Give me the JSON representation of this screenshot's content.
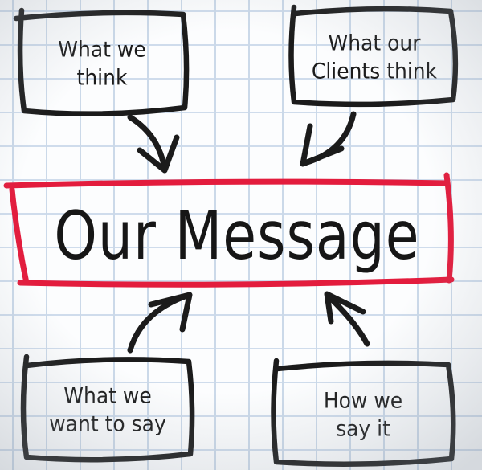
{
  "diagram": {
    "title": "Our Message",
    "style": "hand-drawn flowchart on squared notebook paper",
    "colors": {
      "ink": "#1b1b1b",
      "accent_red": "#e31c3d",
      "grid_line": "#cbd9e9",
      "paper": "#fcfdfe"
    },
    "center_node": {
      "id": "our-message",
      "label": "Our Message",
      "outline": "red"
    },
    "nodes": [
      {
        "id": "what-we-think",
        "position": "top-left",
        "lines": [
          "What we",
          "think"
        ]
      },
      {
        "id": "what-our-clients-think",
        "position": "top-right",
        "lines": [
          "What our",
          "Clients think"
        ]
      },
      {
        "id": "what-we-want-to-say",
        "position": "bottom-left",
        "lines": [
          "What we",
          "want to say"
        ]
      },
      {
        "id": "how-we-say-it",
        "position": "bottom-right",
        "lines": [
          "How we",
          "say it"
        ]
      }
    ],
    "arrows": [
      {
        "from": "what-we-think",
        "to": "our-message",
        "direction": "down-right"
      },
      {
        "from": "what-our-clients-think",
        "to": "our-message",
        "direction": "down-left"
      },
      {
        "from": "what-we-want-to-say",
        "to": "our-message",
        "direction": "up-right"
      },
      {
        "from": "how-we-say-it",
        "to": "our-message",
        "direction": "up-left"
      }
    ]
  }
}
